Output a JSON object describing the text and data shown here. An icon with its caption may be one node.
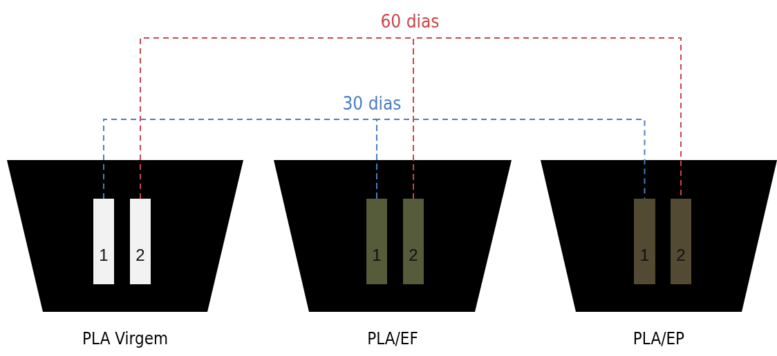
{
  "diagram": {
    "nodes": [
      {
        "text": [
          "PLA Virgem"
        ]
      },
      {
        "text": [
          "1"
        ],
        "in": 0
      },
      {
        "text": [
          "2"
        ],
        "in": 0
      },
      {
        "text": [
          "PLA/EF"
        ]
      },
      {
        "text": [
          "1"
        ],
        "in": 3
      },
      {
        "text": [
          "2"
        ],
        "in": 3
      },
      {
        "text": [
          "PLA/EP"
        ]
      },
      {
        "text": [
          "1"
        ],
        "in": 6
      },
      {
        "text": [
          "2"
        ],
        "in": 6
      }
    ],
    "edges": [
      {
        "from": 1,
        "to": 4,
        "arrow": "none",
        "label": "30 dias",
        "style": "dashed",
        "color": "#4a7ebf"
      },
      {
        "from": 4,
        "to": 7,
        "arrow": "none",
        "style": "dashed",
        "color": "#4a7ebf"
      },
      {
        "from": 2,
        "to": 5,
        "arrow": "none",
        "label": "60 dias",
        "style": "dashed",
        "color": "#c9454a"
      },
      {
        "from": 5,
        "to": 8,
        "arrow": "none",
        "style": "dashed",
        "color": "#c9454a"
      }
    ]
  }
}
